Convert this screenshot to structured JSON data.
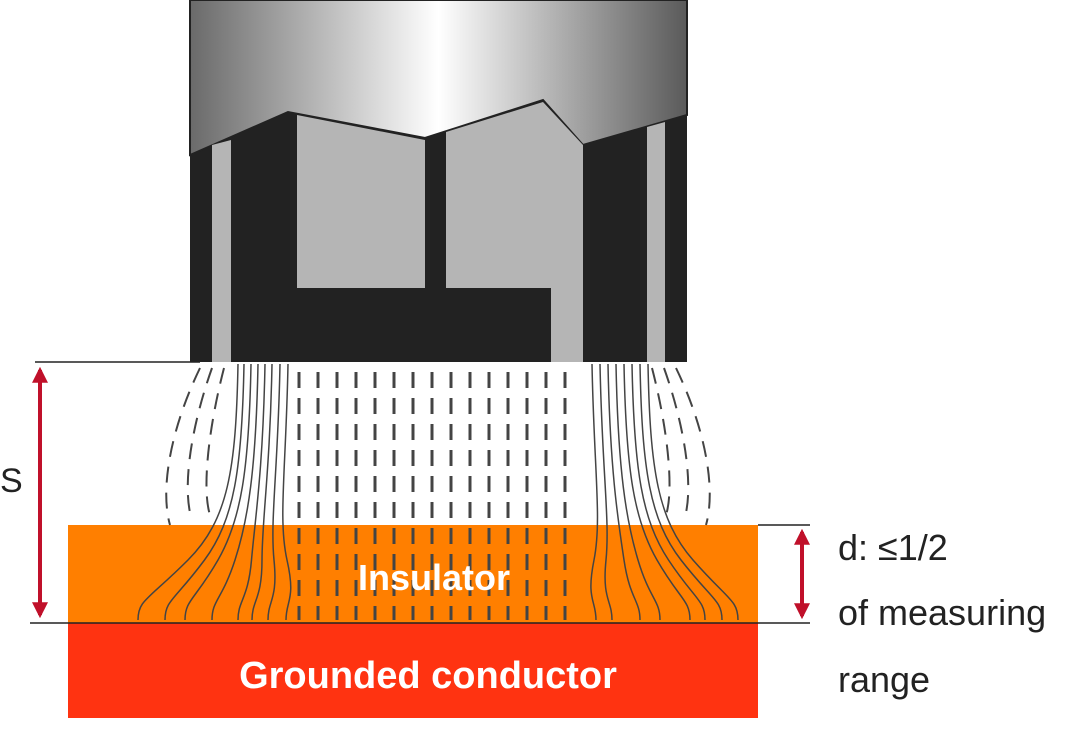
{
  "diagram": {
    "title": "Capacitive sensor measuring through an insulator onto a grounded conductor",
    "labels": {
      "insulator": "Insulator",
      "conductor": "Grounded conductor",
      "distance_s": "S",
      "d_line1": "d: ≤1/2",
      "d_line2": "of measuring",
      "d_line3": "range"
    },
    "colors": {
      "insulator": "#ff7f00",
      "conductor": "#ff3311",
      "arrow": "#c0102a",
      "sensor_dark": "#222222",
      "sensor_light": "#b5b5b5",
      "field_line": "#444444",
      "label_white": "#ffffff",
      "label_dark": "#222222"
    }
  }
}
